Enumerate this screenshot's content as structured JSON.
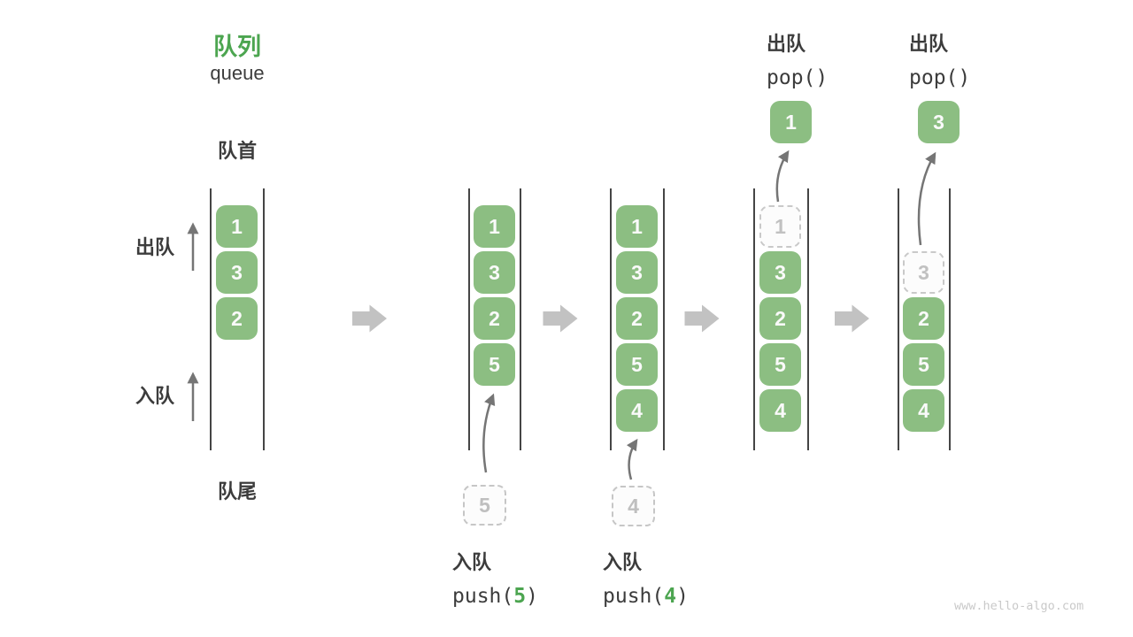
{
  "title": {
    "zh": "队列",
    "en": "queue"
  },
  "labels": {
    "front": "队首",
    "rear": "队尾",
    "dequeue_side": "出队",
    "enqueue_side": "入队"
  },
  "watermark": "www.hello-algo.com",
  "colors": {
    "cell_green": "#8CBE82",
    "accent_green": "#4CA550",
    "ghost_gray": "#C9C9C9",
    "wall_gray": "#454545",
    "flow_arrow_gray": "#C2C2C2",
    "motion_arrow_gray": "#757575",
    "text_dark": "#3C3C3C"
  },
  "columns": [
    {
      "name": "state-initial",
      "slots": [
        {
          "slot": 0,
          "value": "1",
          "type": "filled"
        },
        {
          "slot": 1,
          "value": "3",
          "type": "filled"
        },
        {
          "slot": 2,
          "value": "2",
          "type": "filled"
        }
      ]
    },
    {
      "name": "state-push-5",
      "slots": [
        {
          "slot": 0,
          "value": "1",
          "type": "filled"
        },
        {
          "slot": 1,
          "value": "3",
          "type": "filled"
        },
        {
          "slot": 2,
          "value": "2",
          "type": "filled"
        },
        {
          "slot": 3,
          "value": "5",
          "type": "filled"
        }
      ],
      "incoming": {
        "value": "5"
      },
      "op_label": {
        "zh": "入队",
        "code_pre": "push(",
        "arg": "5",
        "code_post": ")"
      }
    },
    {
      "name": "state-push-4",
      "slots": [
        {
          "slot": 0,
          "value": "1",
          "type": "filled"
        },
        {
          "slot": 1,
          "value": "3",
          "type": "filled"
        },
        {
          "slot": 2,
          "value": "2",
          "type": "filled"
        },
        {
          "slot": 3,
          "value": "5",
          "type": "filled"
        },
        {
          "slot": 4,
          "value": "4",
          "type": "filled"
        }
      ],
      "incoming": {
        "value": "4"
      },
      "op_label": {
        "zh": "入队",
        "code_pre": "push(",
        "arg": "4",
        "code_post": ")"
      }
    },
    {
      "name": "state-pop-1",
      "slots": [
        {
          "slot": 0,
          "value": "1",
          "type": "ghost"
        },
        {
          "slot": 1,
          "value": "3",
          "type": "filled"
        },
        {
          "slot": 2,
          "value": "2",
          "type": "filled"
        },
        {
          "slot": 3,
          "value": "5",
          "type": "filled"
        },
        {
          "slot": 4,
          "value": "4",
          "type": "filled"
        }
      ],
      "popped": {
        "value": "1"
      },
      "op_label": {
        "zh": "出队",
        "code": "pop()"
      }
    },
    {
      "name": "state-pop-3",
      "slots": [
        {
          "slot": 1,
          "value": "3",
          "type": "ghost"
        },
        {
          "slot": 2,
          "value": "2",
          "type": "filled"
        },
        {
          "slot": 3,
          "value": "5",
          "type": "filled"
        },
        {
          "slot": 4,
          "value": "4",
          "type": "filled"
        }
      ],
      "popped": {
        "value": "3"
      },
      "op_label": {
        "zh": "出队",
        "code": "pop()"
      }
    }
  ]
}
